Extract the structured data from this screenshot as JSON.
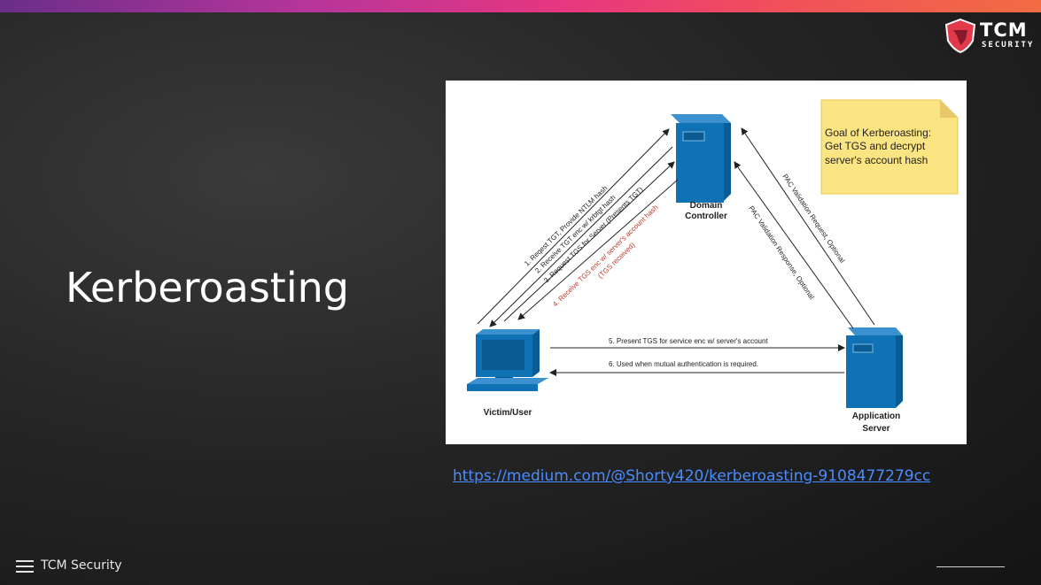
{
  "brand": {
    "logo_main": "TCM",
    "logo_sub": "SECURITY",
    "footer_label": "TCM Security",
    "accent_gradient": [
      "#6a2e8a",
      "#e8377e",
      "#f26c43"
    ]
  },
  "slide": {
    "title": "Kerberoasting",
    "link": "https://medium.com/@Shorty420/kerberoasting-9108477279cc"
  },
  "diagram": {
    "nodes": {
      "dc_label_1": "Domain",
      "dc_label_2": "Controller",
      "victim_label": "Victim/User",
      "app_label_1": "Application",
      "app_label_2": "Server"
    },
    "note": {
      "line1": "Goal of Kerberoasting:",
      "line2": "Get TGS and decrypt",
      "line3": "server's account hash"
    },
    "steps": {
      "s1": "1. Reqest TGT, Provide NTLM hash",
      "s2": "2. Receive TGT enc w/ krbtgt hash",
      "s3": "3. Request TGS for Server (Presents TGT)",
      "s4": "4. Receive TGS enc w/ server's account hash",
      "s4b": "(TGS received)",
      "s5": "5. Present TGS for service enc w/ server's account",
      "s6": "6. Used when mutual authentication is required.",
      "pac_req": "PAC Validation Request, Optional",
      "pac_resp": "PAC Validation Response, Optional"
    },
    "colors": {
      "server_blue": "#0f72b5",
      "note_yellow": "#fbe482",
      "step4_red": "#c0392b"
    }
  }
}
